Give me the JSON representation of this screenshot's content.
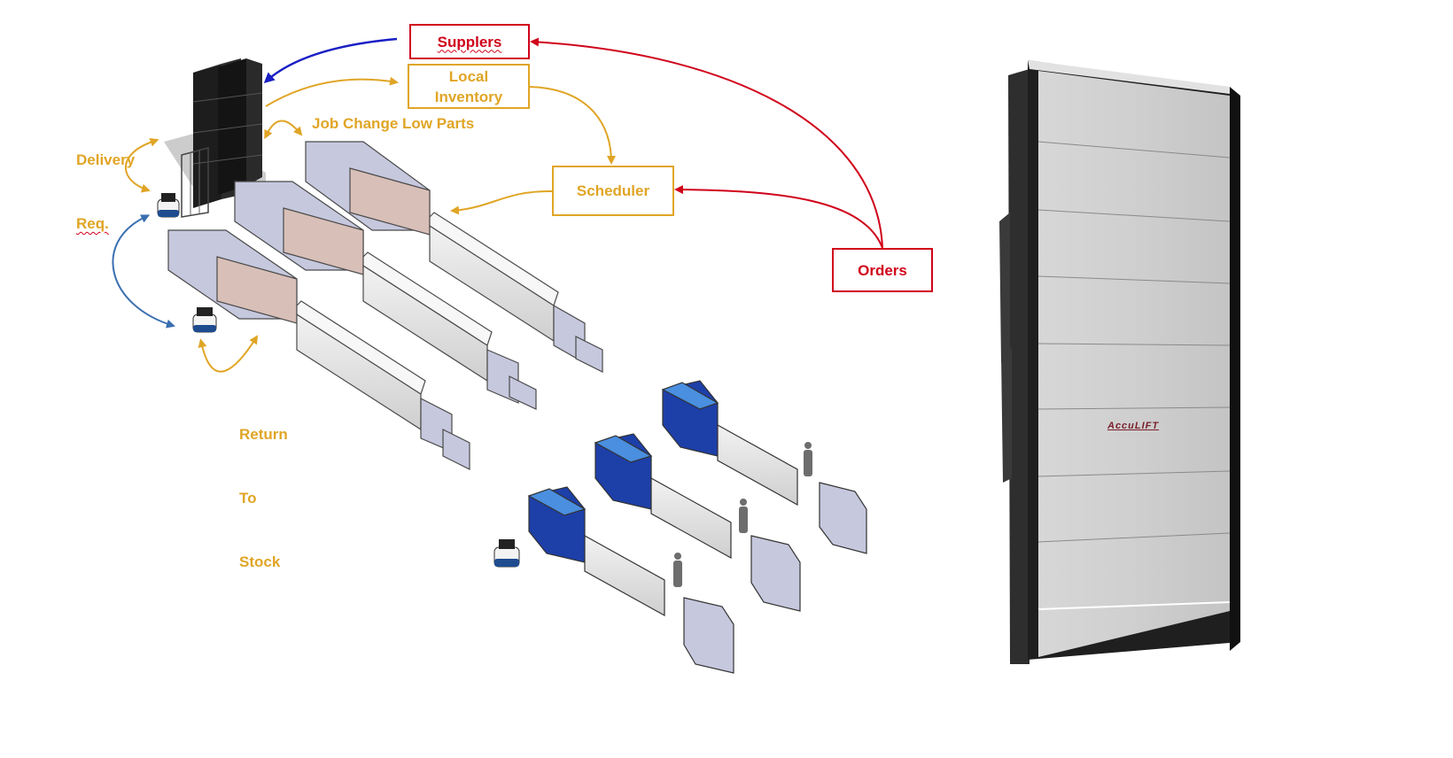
{
  "diagram": {
    "title": "Factory material flow with automated storage",
    "nodes": {
      "suppliers": "Supplers",
      "local_inventory_line1": "Local",
      "local_inventory_line2": "Inventory",
      "scheduler": "Scheduler",
      "orders": "Orders"
    },
    "labels": {
      "delivery_req_line1": "Delivery",
      "delivery_req_line2": "Req.",
      "job_change": "Job Change Low Parts",
      "return_line1": "Return",
      "return_line2": "To",
      "return_line3": "Stock"
    },
    "edges": [
      {
        "from": "Orders",
        "to": "Supplers",
        "color": "red"
      },
      {
        "from": "Orders",
        "to": "Scheduler",
        "color": "red"
      },
      {
        "from": "Supplers",
        "to": "Storage tower",
        "color": "blue"
      },
      {
        "from": "Storage tower",
        "to": "Local Inventory",
        "color": "gold"
      },
      {
        "from": "Local Inventory",
        "to": "Scheduler",
        "color": "gold"
      },
      {
        "from": "Scheduler",
        "to": "Production lines",
        "color": "gold"
      },
      {
        "from": "Storage tower",
        "to": "Production lines",
        "label": "Job Change Low Parts",
        "color": "gold",
        "bidirectional": true
      },
      {
        "from": "Storage tower",
        "to": "AGV",
        "label": "Delivery Req.",
        "color": "gold",
        "bidirectional": true
      },
      {
        "from": "AGV",
        "to": "AGV",
        "color": "blue",
        "bidirectional": true
      },
      {
        "from": "AGV",
        "to": "Production lines",
        "label": "Return To Stock",
        "color": "gold",
        "bidirectional": true
      }
    ],
    "colors": {
      "red": "#d0021b",
      "gold": "#e0a526",
      "blue": "#1a1fc4",
      "steel_blue": "#3a6fb0"
    }
  },
  "product": {
    "brand": "AccuLIFT"
  }
}
